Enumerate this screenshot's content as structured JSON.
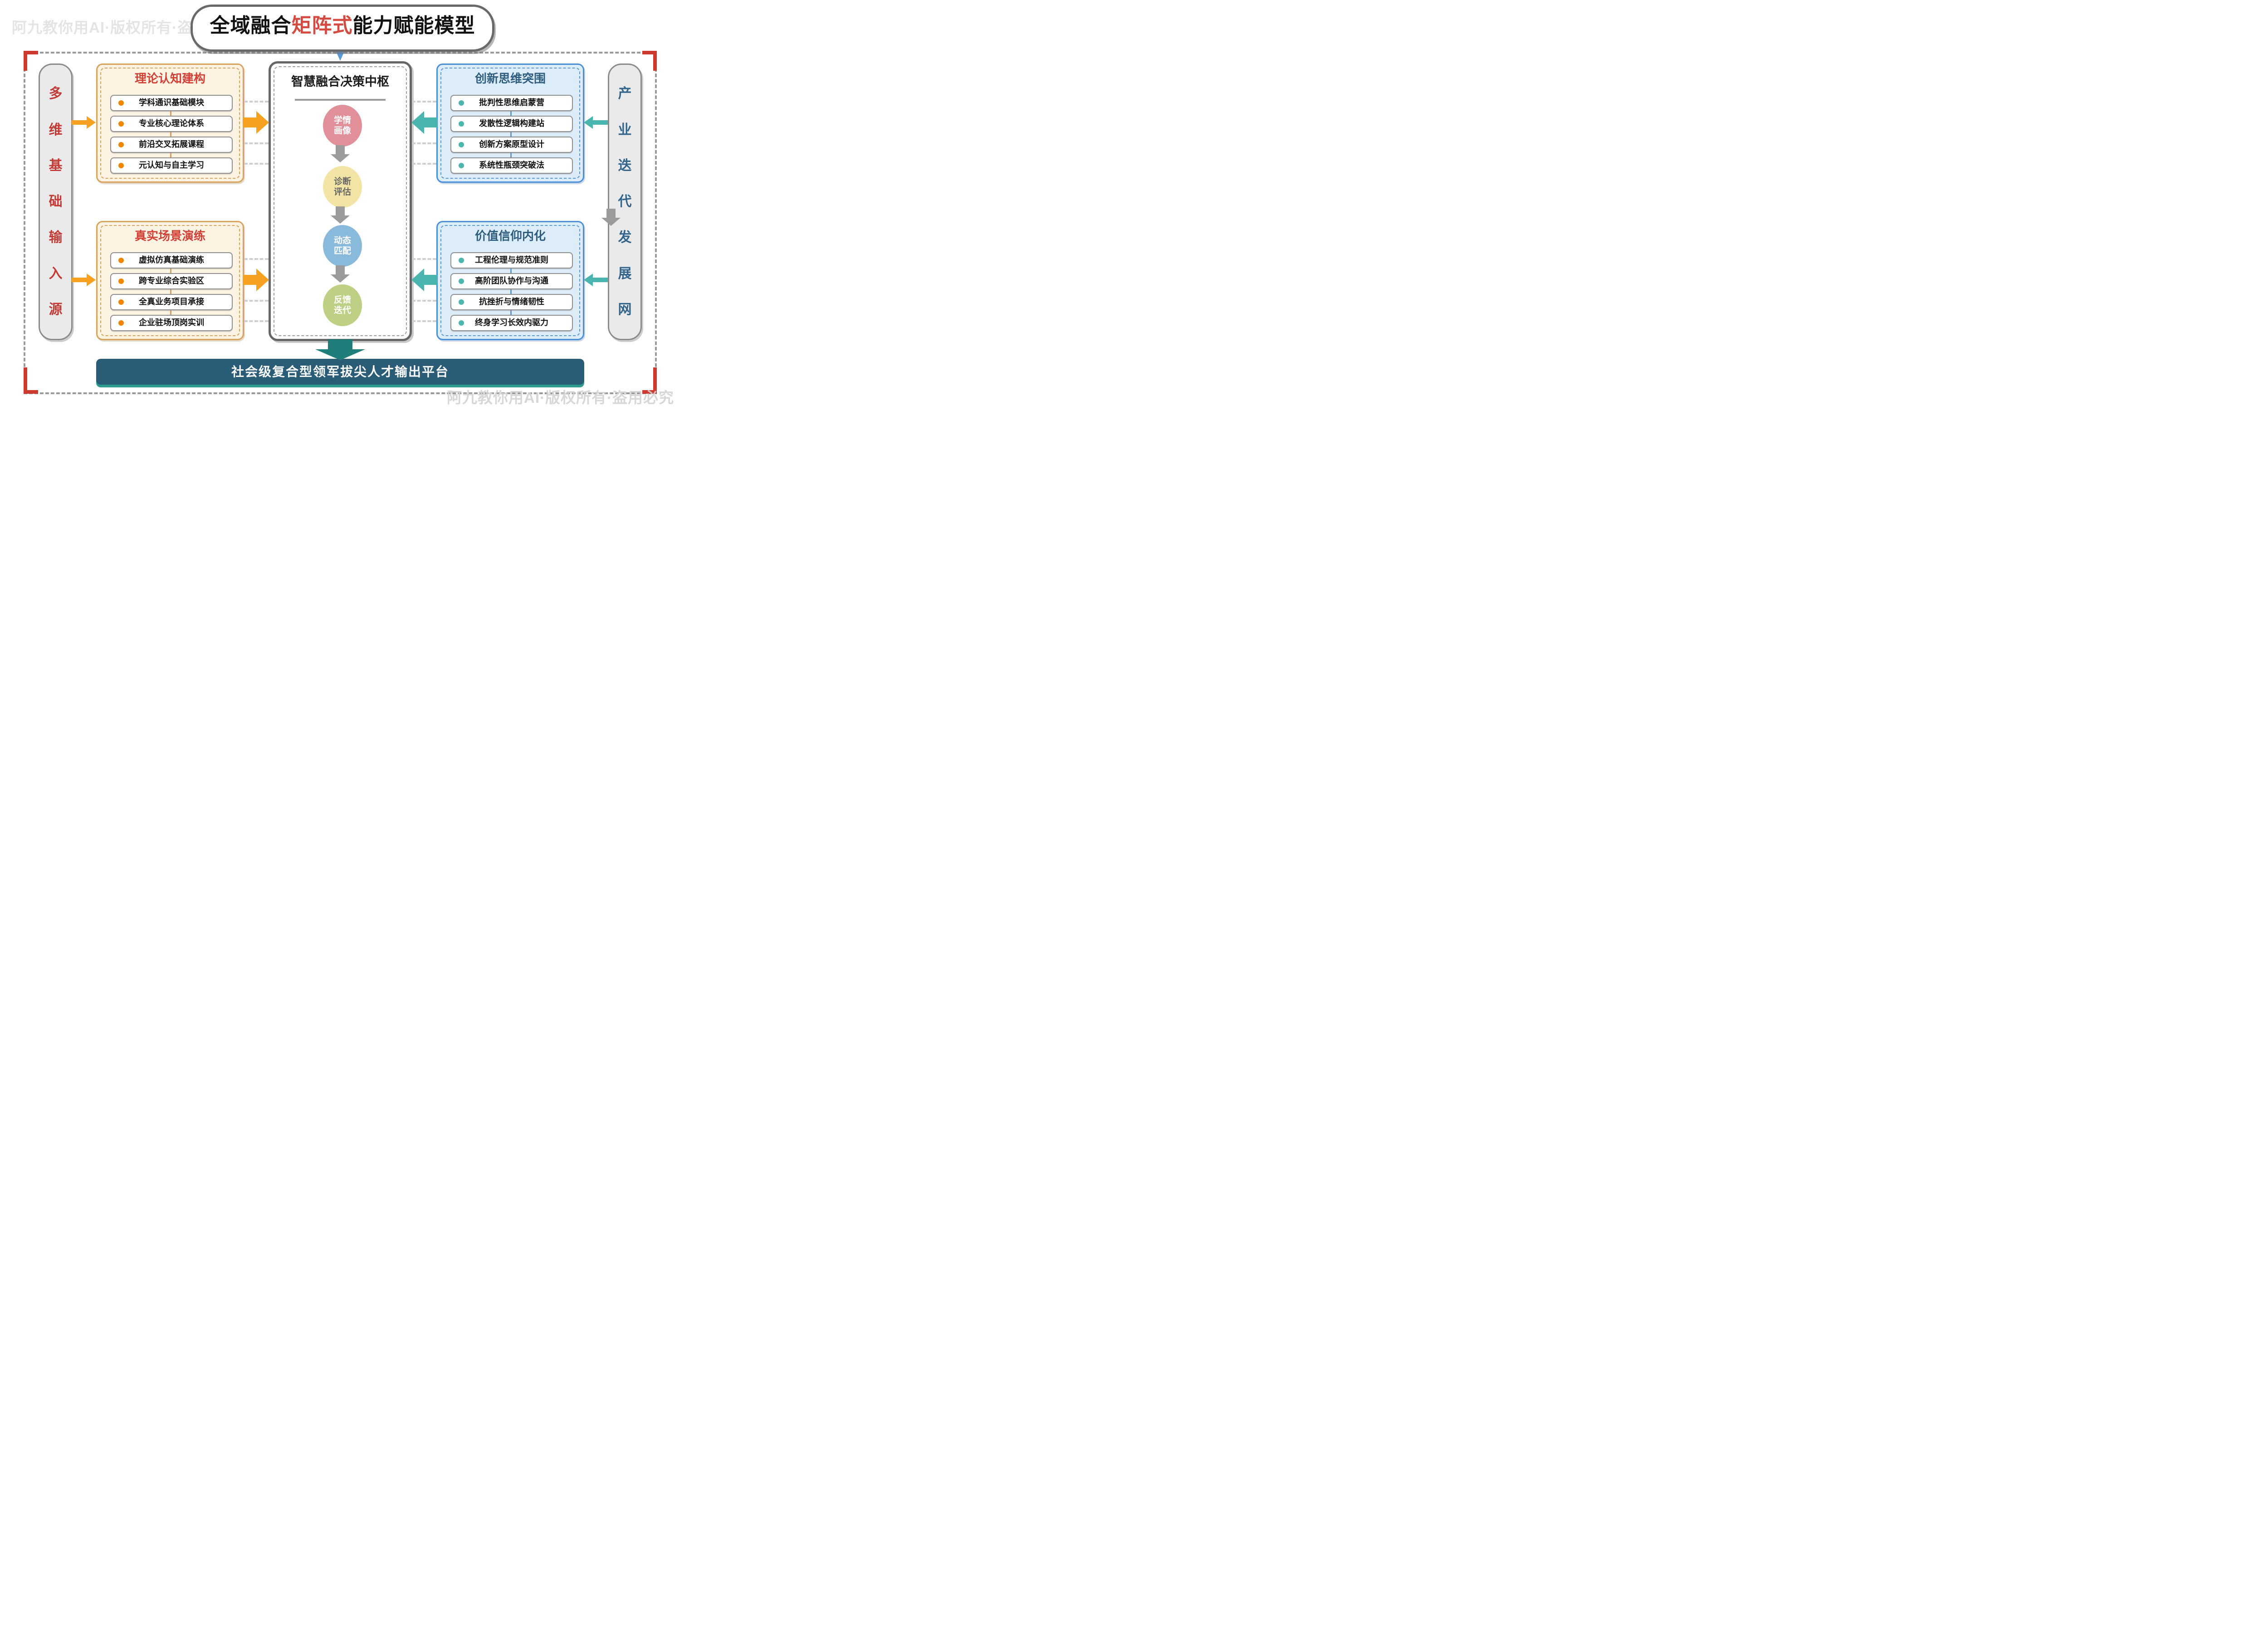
{
  "watermarks": {
    "top_left": "阿九教你用AI·版权所有·盗用必究",
    "bottom_right": "阿九教你用AI·版权所有·盗用必究"
  },
  "header": {
    "title_prefix": "全域融合",
    "title_highlight": "矩阵式",
    "title_suffix": "能力赋能模型"
  },
  "rails": {
    "left": {
      "label": "多维基础输入源",
      "chars": [
        "多",
        "维",
        "基",
        "础",
        "输",
        "入",
        "源"
      ]
    },
    "right": {
      "label": "产业迭代发展网",
      "chars": [
        "产",
        "业",
        "迭",
        "代",
        "发",
        "展",
        "网"
      ]
    }
  },
  "boxes": {
    "top_left": {
      "title": "理论认知建构",
      "items": [
        "学科通识基础模块",
        "专业核心理论体系",
        "前沿交叉拓展课程",
        "元认知与自主学习"
      ]
    },
    "bottom_left": {
      "title": "真实场景演练",
      "items": [
        "虚拟仿真基础演练",
        "跨专业综合实验区",
        "全真业务项目承接",
        "企业驻场顶岗实训"
      ]
    },
    "top_right": {
      "title": "创新思维突围",
      "items": [
        "批判性思维启蒙营",
        "发散性逻辑构建站",
        "创新方案原型设计",
        "系统性瓶颈突破法"
      ]
    },
    "bottom_right": {
      "title": "价值信仰内化",
      "items": [
        "工程伦理与规范准则",
        "高阶团队协作与沟通",
        "抗挫折与情绪韧性",
        "终身学习长效内驱力"
      ]
    }
  },
  "center": {
    "title": "智慧融合决策中枢",
    "nodes": [
      {
        "lines": [
          "学情",
          "画像"
        ],
        "color": "#e18f99"
      },
      {
        "lines": [
          "诊断",
          "评估"
        ],
        "color": "#f2e4a4"
      },
      {
        "lines": [
          "动态",
          "匹配"
        ],
        "color": "#8abadb"
      },
      {
        "lines": [
          "反馈",
          "迭代"
        ],
        "color": "#bdd083"
      }
    ]
  },
  "output_platform": {
    "label": "社会级复合型领军拔尖人才输出平台"
  },
  "icons": {
    "bullet_dot": "filled-circle",
    "flow_arrow_right": "orange-block-arrow",
    "flow_arrow_left": "teal-block-arrow",
    "flow_arrow_down": "gray-block-arrow",
    "title_pointer": "blue-triangle-down"
  },
  "colors": {
    "title_highlight": "#d34a40",
    "frame_dashed": "#9a9a9a",
    "corner_bracket": "#ce3a30",
    "rail_bg": "#eaeaea",
    "rail_left_text": "#c23b35",
    "rail_right_text": "#33648b",
    "theory_box_bg": "#fdf3e3",
    "theory_box_border": "#d8a35e",
    "theory_title": "#d23f35",
    "blue_box_bg": "#ddecf9",
    "blue_box_border": "#4a90d8",
    "blue_title": "#2d5d7e",
    "orange_arrow": "#f8a01f",
    "orange_bullet": "#ee8600",
    "teal_arrow": "#49b5ae",
    "teal_arrow_dark": "#1f7e79",
    "gray_arrow": "#9b9b9b",
    "output_bar_bg": "#2a5c77",
    "output_bar_edge": "#2b9c8c"
  }
}
